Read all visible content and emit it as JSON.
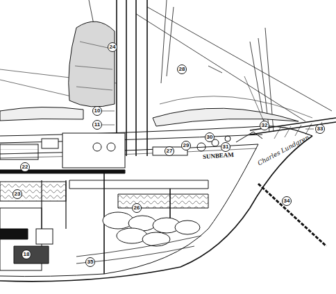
{
  "diagram": {
    "nodes": [
      {
        "text": [
          "24"
        ]
      },
      {
        "text": [
          "28"
        ]
      },
      {
        "text": [
          "10"
        ]
      },
      {
        "text": [
          "11"
        ]
      },
      {
        "text": [
          "22"
        ]
      },
      {
        "text": [
          "27"
        ]
      },
      {
        "text": [
          "29"
        ]
      },
      {
        "text": [
          "30"
        ]
      },
      {
        "text": [
          "32"
        ]
      },
      {
        "text": [
          "33"
        ]
      },
      {
        "text": [
          "31"
        ]
      },
      {
        "text": [
          "23"
        ]
      },
      {
        "text": [
          "26"
        ]
      },
      {
        "text": [
          "34"
        ]
      },
      {
        "text": [
          "18"
        ]
      },
      {
        "text": [
          "35"
        ]
      }
    ],
    "edges": [],
    "labels": [
      "SUNBEAM",
      "Charles Lundgren"
    ]
  }
}
